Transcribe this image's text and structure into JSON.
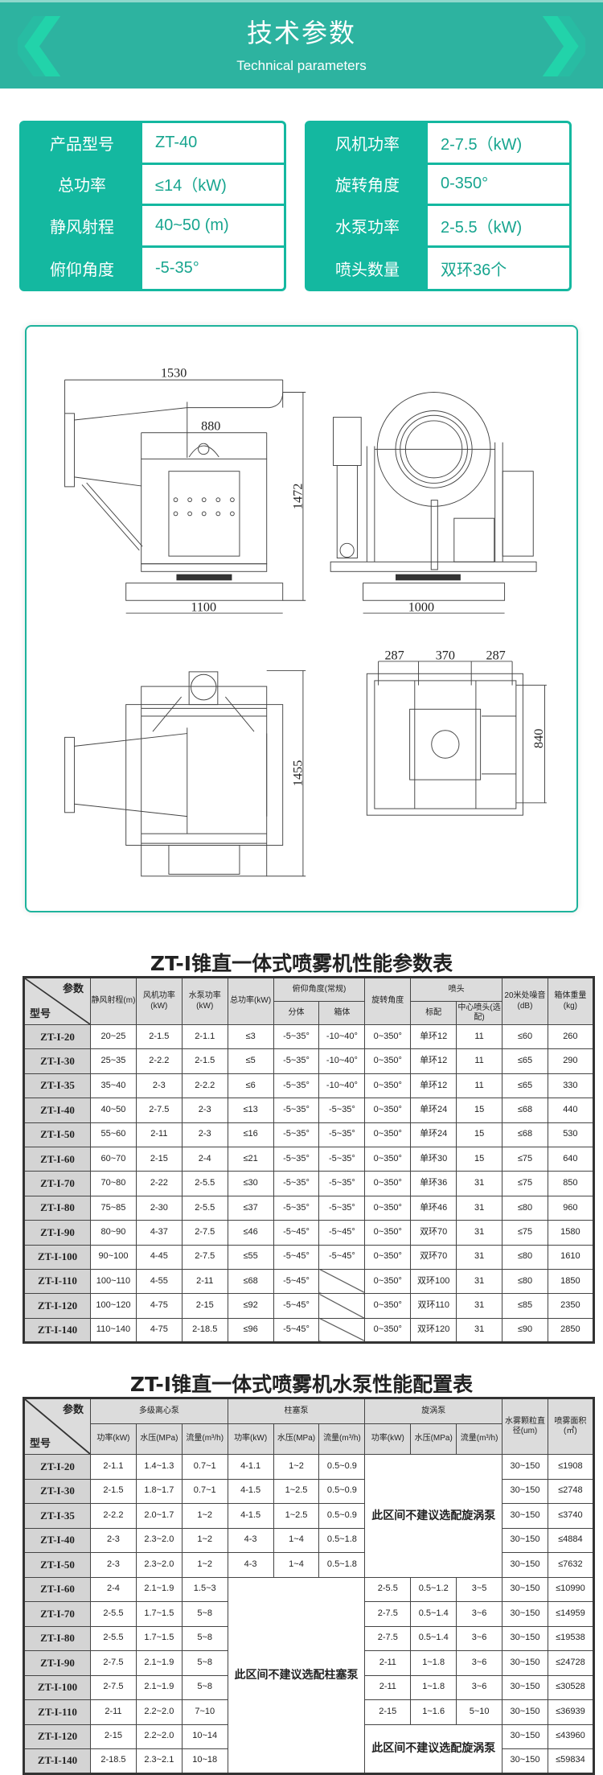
{
  "banner": {
    "title": "技术参数",
    "subtitle": "Technical parameters"
  },
  "specs_left": [
    {
      "label": "产品型号",
      "value": "ZT-40"
    },
    {
      "label": "总功率",
      "value": "≤14（kW)"
    },
    {
      "label": "静风射程",
      "value": "40~50 (m)"
    },
    {
      "label": "俯仰角度",
      "value": "-5-35°"
    }
  ],
  "specs_right": [
    {
      "label": "风机功率",
      "value": "2-7.5（kW)"
    },
    {
      "label": "旋转角度",
      "value": "0-350°"
    },
    {
      "label": "水泵功率",
      "value": "2-5.5（kW)"
    },
    {
      "label": "喷头数量",
      "value": "双环36个"
    }
  ],
  "drawing": {
    "dims": {
      "d1530": "1530",
      "d880": "880",
      "d1472": "1472",
      "d1100": "1100",
      "d1000": "1000",
      "d1455": "1455",
      "d287a": "287",
      "d370": "370",
      "d287b": "287",
      "d840": "840"
    }
  },
  "table1": {
    "title": "ZT-I锥直一体式喷雾机性能参数表",
    "corner_param": "参数",
    "corner_model": "型号",
    "headers": {
      "range": "静风射程(m)",
      "fan": "风机功率(kW)",
      "pump": "水泵功率(kW)",
      "total": "总功率(kW)",
      "pitch": "俯仰角度(常规)",
      "split": "分体",
      "box": "箱体",
      "rotation": "旋转角度",
      "nozzle": "喷头",
      "std": "标配",
      "center": "中心喷头(选配)",
      "noise": "20米处噪音(dB)",
      "weight": "箱体重量(kg)"
    },
    "rows": [
      [
        "ZT-I-20",
        "20~25",
        "2-1.5",
        "2-1.1",
        "≤3",
        "-5~35°",
        "-10~40°",
        "0~350°",
        "单环12",
        "11",
        "≤60",
        "260"
      ],
      [
        "ZT-I-30",
        "25~35",
        "2-2.2",
        "2-1.5",
        "≤5",
        "-5~35°",
        "-10~40°",
        "0~350°",
        "单环12",
        "11",
        "≤65",
        "290"
      ],
      [
        "ZT-I-35",
        "35~40",
        "2-3",
        "2-2.2",
        "≤6",
        "-5~35°",
        "-10~40°",
        "0~350°",
        "单环12",
        "11",
        "≤65",
        "330"
      ],
      [
        "ZT-I-40",
        "40~50",
        "2-7.5",
        "2-3",
        "≤13",
        "-5~35°",
        "-5~35°",
        "0~350°",
        "单环24",
        "15",
        "≤68",
        "440"
      ],
      [
        "ZT-I-50",
        "55~60",
        "2-11",
        "2-3",
        "≤16",
        "-5~35°",
        "-5~35°",
        "0~350°",
        "单环24",
        "15",
        "≤68",
        "530"
      ],
      [
        "ZT-I-60",
        "60~70",
        "2-15",
        "2-4",
        "≤21",
        "-5~35°",
        "-5~35°",
        "0~350°",
        "单环30",
        "15",
        "≤75",
        "640"
      ],
      [
        "ZT-I-70",
        "70~80",
        "2-22",
        "2-5.5",
        "≤30",
        "-5~35°",
        "-5~35°",
        "0~350°",
        "单环36",
        "31",
        "≤75",
        "850"
      ],
      [
        "ZT-I-80",
        "75~85",
        "2-30",
        "2-5.5",
        "≤37",
        "-5~35°",
        "-5~35°",
        "0~350°",
        "单环46",
        "31",
        "≤80",
        "960"
      ],
      [
        "ZT-I-90",
        "80~90",
        "4-37",
        "2-7.5",
        "≤46",
        "-5~45°",
        "-5~45°",
        "0~350°",
        "双环70",
        "31",
        "≤75",
        "1580"
      ],
      [
        "ZT-I-100",
        "90~100",
        "4-45",
        "2-7.5",
        "≤55",
        "-5~45°",
        "-5~45°",
        "0~350°",
        "双环70",
        "31",
        "≤80",
        "1610"
      ],
      [
        "ZT-I-110",
        "100~110",
        "4-55",
        "2-11",
        "≤68",
        "-5~45°",
        null,
        "0~350°",
        "双环100",
        "31",
        "≤80",
        "1850"
      ],
      [
        "ZT-I-120",
        "100~120",
        "4-75",
        "2-15",
        "≤92",
        "-5~45°",
        null,
        "0~350°",
        "双环110",
        "31",
        "≤85",
        "2350"
      ],
      [
        "ZT-I-140",
        "110~140",
        "4-75",
        "2-18.5",
        "≤96",
        "-5~45°",
        null,
        "0~350°",
        "双环120",
        "31",
        "≤90",
        "2850"
      ]
    ]
  },
  "table2": {
    "title": "ZT-I锥直一体式喷雾机水泵性能配置表",
    "corner_param": "参数",
    "corner_model": "型号",
    "groups": {
      "multi": "多级离心泵",
      "plunger": "柱塞泵",
      "vortex": "旋涡泵",
      "diameter": "水雾颗粒直径(um)",
      "area": "喷雾面积(㎡)"
    },
    "sub": {
      "power": "功率(kW)",
      "pressure": "水压(MPa)",
      "flow": "流量(m³/h)"
    },
    "note_vortex": "此区间不建议选配旋涡泵",
    "note_plunger": "此区间不建议选配柱塞泵",
    "rows": [
      {
        "model": "ZT-I-20",
        "multi": [
          "2-1.1",
          "1.4~1.3",
          "0.7~1"
        ],
        "plunger": [
          "4-1.1",
          "1~2",
          "0.5~0.9"
        ],
        "diameter": "30~150",
        "area": "≤1908"
      },
      {
        "model": "ZT-I-30",
        "multi": [
          "2-1.5",
          "1.8~1.7",
          "0.7~1"
        ],
        "plunger": [
          "4-1.5",
          "1~2.5",
          "0.5~0.9"
        ],
        "diameter": "30~150",
        "area": "≤2748"
      },
      {
        "model": "ZT-I-35",
        "multi": [
          "2-2.2",
          "2.0~1.7",
          "1~2"
        ],
        "plunger": [
          "4-1.5",
          "1~2.5",
          "0.5~0.9"
        ],
        "diameter": "30~150",
        "area": "≤3740"
      },
      {
        "model": "ZT-I-40",
        "multi": [
          "2-3",
          "2.3~2.0",
          "1~2"
        ],
        "plunger": [
          "4-3",
          "1~4",
          "0.5~1.8"
        ],
        "diameter": "30~150",
        "area": "≤4884"
      },
      {
        "model": "ZT-I-50",
        "multi": [
          "2-3",
          "2.3~2.0",
          "1~2"
        ],
        "plunger": [
          "4-3",
          "1~4",
          "0.5~1.8"
        ],
        "diameter": "30~150",
        "area": "≤7632"
      },
      {
        "model": "ZT-I-60",
        "multi": [
          "2-4",
          "2.1~1.9",
          "1.5~3"
        ],
        "vortex": [
          "2-5.5",
          "0.5~1.2",
          "3~5"
        ],
        "diameter": "30~150",
        "area": "≤10990"
      },
      {
        "model": "ZT-I-70",
        "multi": [
          "2-5.5",
          "1.7~1.5",
          "5~8"
        ],
        "vortex": [
          "2-7.5",
          "0.5~1.4",
          "3~6"
        ],
        "diameter": "30~150",
        "area": "≤14959"
      },
      {
        "model": "ZT-I-80",
        "multi": [
          "2-5.5",
          "1.7~1.5",
          "5~8"
        ],
        "vortex": [
          "2-7.5",
          "0.5~1.4",
          "3~6"
        ],
        "diameter": "30~150",
        "area": "≤19538"
      },
      {
        "model": "ZT-I-90",
        "multi": [
          "2-7.5",
          "2.1~1.9",
          "5~8"
        ],
        "vortex": [
          "2-11",
          "1~1.8",
          "3~6"
        ],
        "diameter": "30~150",
        "area": "≤24728"
      },
      {
        "model": "ZT-I-100",
        "multi": [
          "2-7.5",
          "2.1~1.9",
          "5~8"
        ],
        "vortex": [
          "2-11",
          "1~1.8",
          "3~6"
        ],
        "diameter": "30~150",
        "area": "≤30528"
      },
      {
        "model": "ZT-I-110",
        "multi": [
          "2-11",
          "2.2~2.0",
          "7~10"
        ],
        "vortex": [
          "2-15",
          "1~1.6",
          "5~10"
        ],
        "diameter": "30~150",
        "area": "≤36939"
      },
      {
        "model": "ZT-I-120",
        "multi": [
          "2-15",
          "2.2~2.0",
          "10~14"
        ],
        "diameter": "30~150",
        "area": "≤43960"
      },
      {
        "model": "ZT-I-140",
        "multi": [
          "2-18.5",
          "2.3~2.1",
          "10~18"
        ],
        "diameter": "30~150",
        "area": "≤59834"
      }
    ]
  }
}
